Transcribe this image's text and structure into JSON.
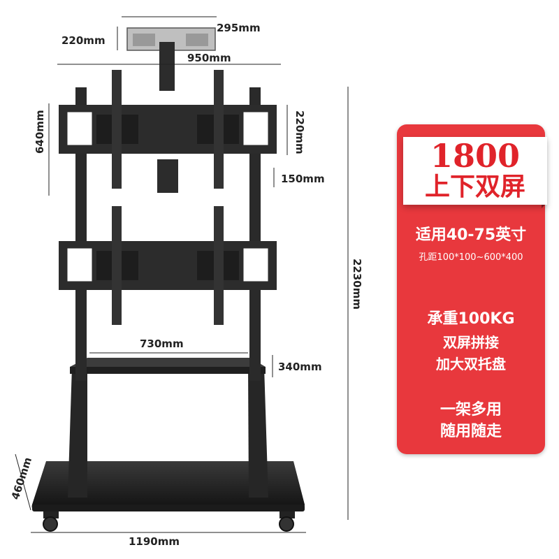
{
  "dimensions": {
    "top_tray_depth": "220mm",
    "top_tray_width": "295mm",
    "mount_width": "950mm",
    "bracket_height": "640mm",
    "plate_height": "220mm",
    "gap_height": "150mm",
    "total_height": "2230mm",
    "shelf_width": "730mm",
    "shelf_height": "340mm",
    "base_depth": "460mm",
    "base_width": "1190mm"
  },
  "promo": {
    "number": "1800",
    "title": "上下双屏",
    "size_range": "适用40-75英寸",
    "hole_spacing": "孔距100*100~600*400",
    "load": "承重100KG",
    "feature_1": "双屏拼接",
    "feature_2": "加大双托盘",
    "multi_1": "一架多用",
    "multi_2": "随用随走"
  },
  "colors": {
    "accent_red": "#e8383d",
    "metal_black": "#2b2b2b"
  }
}
